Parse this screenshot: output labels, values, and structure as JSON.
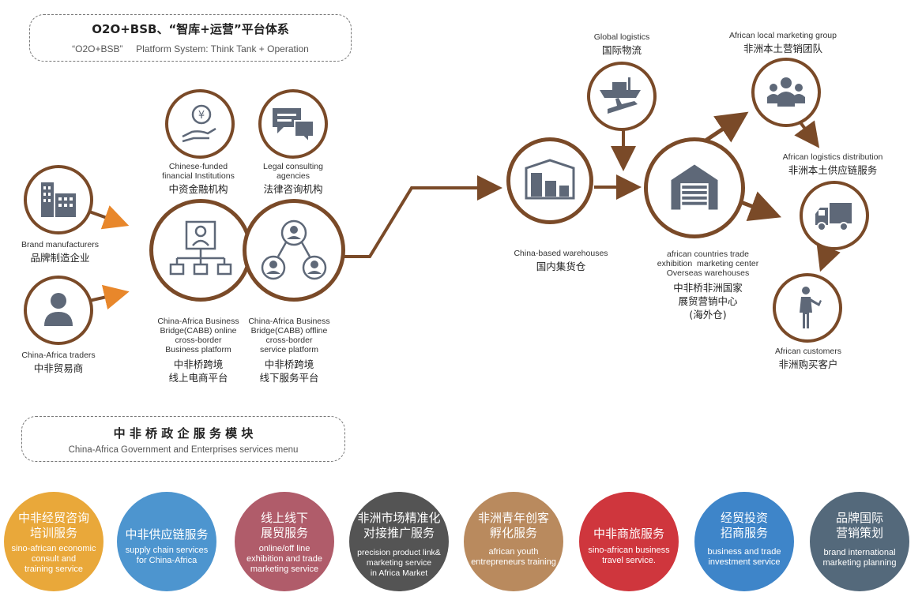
{
  "header": {
    "title": "O2O+BSB、“智库+运营”平台体系",
    "subtitle": "“O2O+BSB”     Platform System: Think Tank + Operation"
  },
  "nodes": {
    "brand": {
      "en": "Brand manufacturers",
      "cn": "品牌制造企业"
    },
    "traders": {
      "en": "China-Africa traders",
      "cn": "中非贸易商"
    },
    "finance": {
      "en": "Chinese-funded\nfinancial Institutions",
      "cn": "中资金融机构"
    },
    "legal": {
      "en": "Legal consulting\nagencies",
      "cn": "法律咨询机构"
    },
    "online": {
      "en": "China-Africa Business\nBridge(CABB) online\ncross-border\nBusiness platform",
      "cn": "中非桥跨境\n线上电商平台"
    },
    "offline": {
      "en": "China-Africa Business\nBridge(CABB) offline\ncross-border\nservice platform",
      "cn": "中非桥跨境\n线下服务平台"
    },
    "warehouse_cn": {
      "en": "China-based warehouses",
      "cn": "国内集货仓"
    },
    "global_logistics": {
      "en": "Global logistics",
      "cn": "国际物流"
    },
    "overseas": {
      "en": "african countries trade\nexhibition  marketing center\nOverseas warehouses",
      "cn": "中非桥非洲国家\n展贸营销中心\n(海外仓)"
    },
    "marketing_group": {
      "en": "African local marketing group",
      "cn": "非洲本土营销团队"
    },
    "distribution": {
      "en": "African logistics distribution",
      "cn": "非洲本土供应链服务"
    },
    "customers": {
      "en": "African customers",
      "cn": "非洲购买客户"
    }
  },
  "services_header": {
    "title": "中 非 桥 政 企 服 务 模 块",
    "subtitle": "China-Africa Government and Enterprises services menu"
  },
  "services": [
    {
      "cn": "中非经贸咨询\n培训服务",
      "en": "sino-african economic\nconsult and\ntraining service",
      "color": "#e9a83a"
    },
    {
      "cn": "中非供应链服务",
      "en": "supply chain services\nfor China-Africa",
      "color": "#4d95cf"
    },
    {
      "cn": "线上线下\n展贸服务",
      "en": "online/off line\nexhibition and trade\nmarketing service",
      "color": "#b05c6a"
    },
    {
      "cn": "非洲市场精准化\n对接推广服务",
      "en": "precision product link&\nmarketing service\nin Africa Market",
      "color": "#545454"
    },
    {
      "cn": "非洲青年创客\n孵化服务",
      "en": "african youth\nentrepreneurs training",
      "color": "#b98a5e"
    },
    {
      "cn": "中非商旅服务",
      "en": "sino-african business\ntravel service.",
      "color": "#cf363d"
    },
    {
      "cn": "经贸投资\n招商服务",
      "en": "business and trade\ninvestment service",
      "color": "#3e85c9"
    },
    {
      "cn": "品牌国际\n营销策划",
      "en": "brand international\nmarketing planning",
      "color": "#54697b"
    }
  ],
  "colors": {
    "ring": "#7a4a28",
    "orange_arrow": "#e8872b",
    "icon": "#5e6878"
  }
}
